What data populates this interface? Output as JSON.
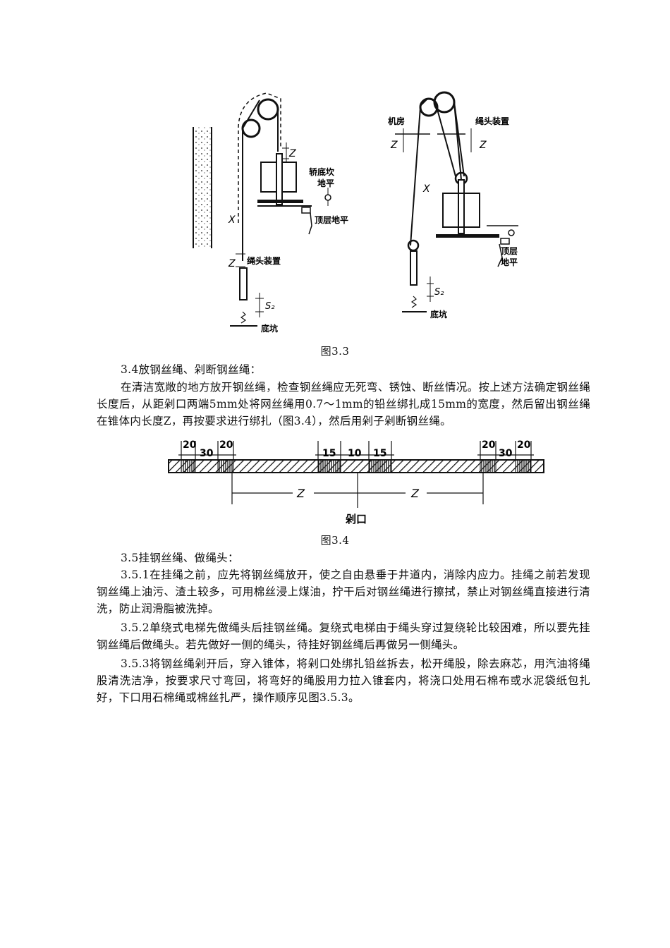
{
  "figure_3_3": {
    "left": {
      "label_x": "X",
      "label_z_top": "Z",
      "label_z_bottom": "Z",
      "label_car_bottom": "轿底坎",
      "label_car_bottom_2": "地平",
      "label_top_floor": "顶层地平",
      "label_rope_head": "绳头装置",
      "label_s2": "S₂",
      "label_pit": "底坑"
    },
    "right": {
      "label_machine_room": "机房",
      "label_rope_head": "绳头装置",
      "label_z_left": "Z",
      "label_z_right": "Z",
      "label_x": "X",
      "label_top_floor": "顶层",
      "label_top_floor_2": "地平",
      "label_s2": "S₂",
      "label_pit": "底坑"
    },
    "caption": "图3.3"
  },
  "figure_3_4": {
    "dims_left": [
      "20",
      "30",
      "20"
    ],
    "dims_mid": [
      "15",
      "10",
      "15"
    ],
    "dims_right": [
      "20",
      "30",
      "20"
    ],
    "z_left": "Z",
    "z_right": "Z",
    "cut_label": "剁口",
    "caption": "图3.4"
  },
  "text": {
    "s34_title": "3.4放钢丝绳、剁断钢丝绳：",
    "s34_body": "在清洁宽敞的地方放开钢丝绳，检查钢丝绳应无死弯、锈蚀、断丝情况。按上述方法确定钢丝绳长度后，从距剁口两端5mm处将网丝绳用0.7～1mm的铅丝绑扎成15mm的宽度，然后留出钢丝绳在锥体内长度Z，再按要求进行绑扎（图3.4），然后用剁子剁断钢丝绳。",
    "s35_title": "3.5挂钢丝绳、做绳头：",
    "s351": "3.5.1在挂绳之前，应先将钢丝绳放开，使之自由悬垂于井道内，消除内应力。挂绳之前若发现钢丝绳上油污、渣土较多，可用棉丝浸上煤油，拧干后对钢丝绳进行擦拭，禁止对钢丝绳直接进行清洗，防止润滑脂被洗掉。",
    "s352": "3.5.2单绕式电梯先做绳头后挂钢丝绳。复绕式电梯由于绳头穿过复绕轮比较困难，所以要先挂钢丝绳后做绳头。若先做好一侧的绳头，待挂好钢丝绳后再做另一侧绳头。",
    "s353": "3.5.3将钢丝绳剁开后，穿入锥体，将剁口处绑扎铅丝拆去，松开绳股，除去麻芯，用汽油将绳股清洗洁净，按要求尺寸弯回，将弯好的绳股用力拉入锥套内，将浇口处用石棉布或水泥袋纸包扎好，下口用石棉绳或棉丝扎严，操作顺序见图3.5.3。"
  }
}
